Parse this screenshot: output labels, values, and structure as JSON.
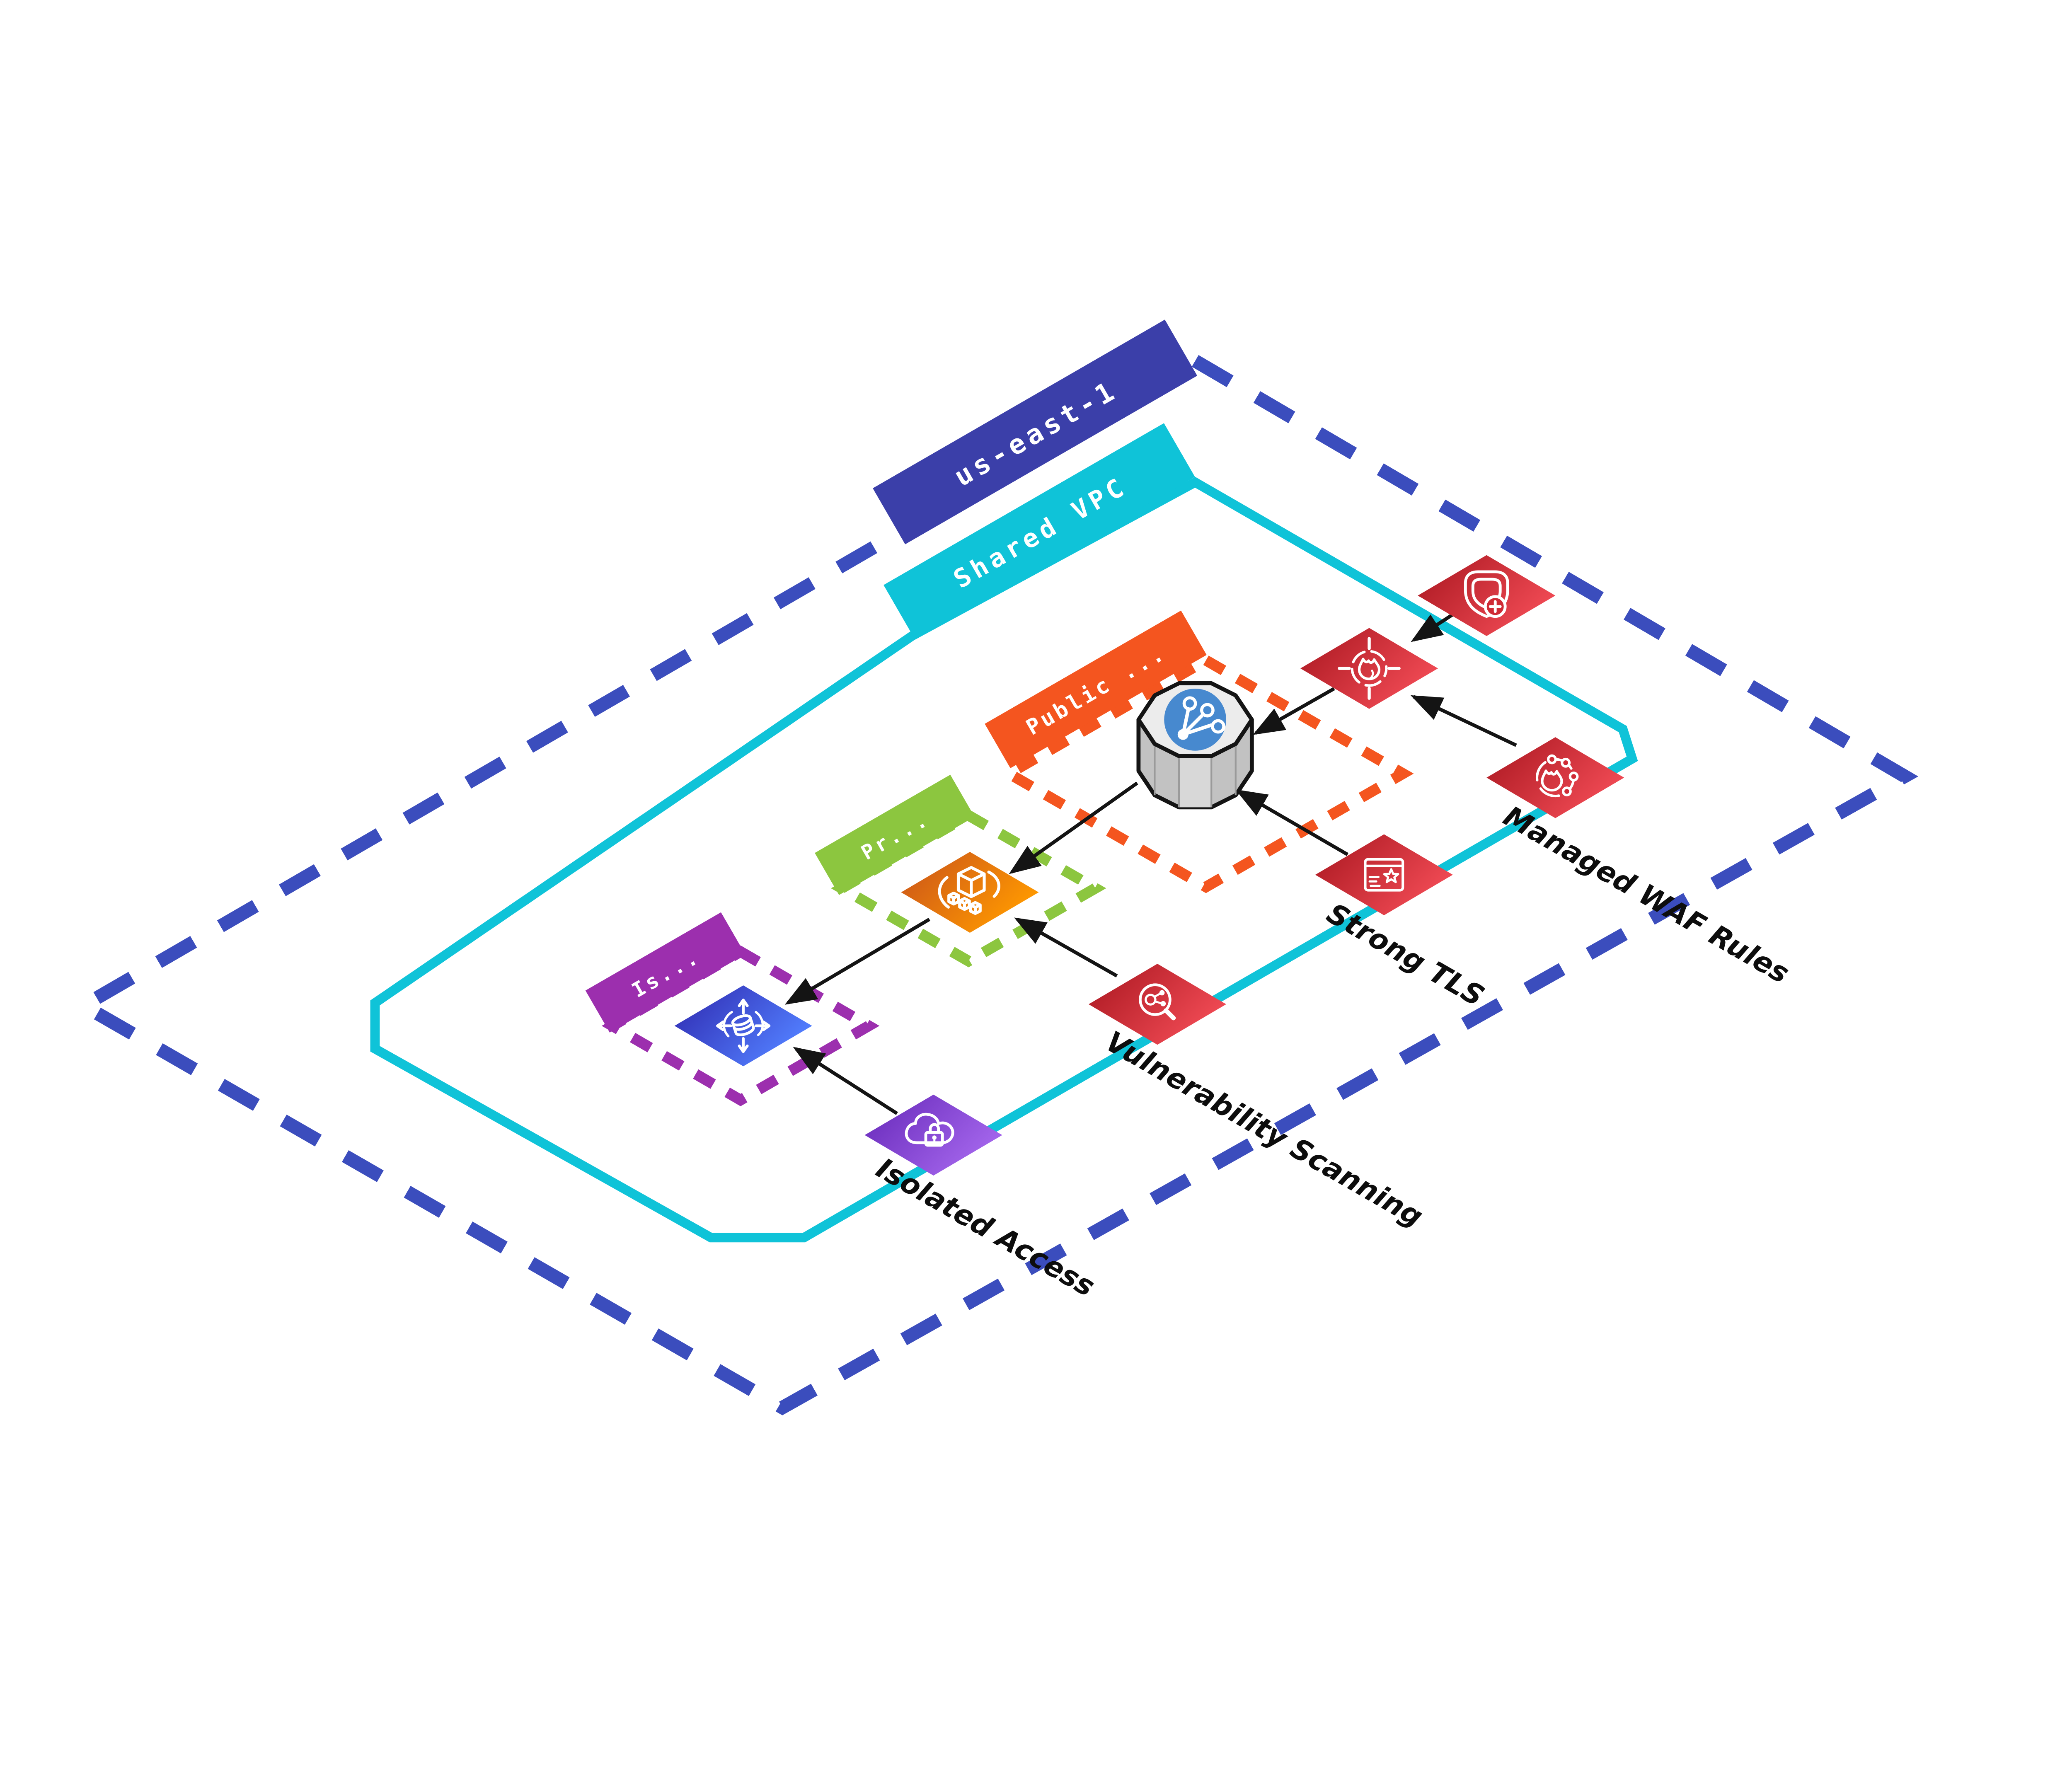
{
  "region": {
    "label": "us-east-1"
  },
  "vpc": {
    "label": "Shared VPC"
  },
  "subnets": {
    "public": {
      "label": "Public ..."
    },
    "private": {
      "label": "Pr..."
    },
    "isolated": {
      "label": "Is..."
    }
  },
  "callouts": {
    "managed_waf": "Managed WAF Rules",
    "strong_tls": "Strong TLS",
    "vulnerability_scanning": "Vulnerability Scanning",
    "isolated_access": "Isolated Access"
  },
  "nodes": [
    {
      "id": "firewall-manager",
      "icon": "shield-plus-icon"
    },
    {
      "id": "network-firewall",
      "icon": "flame-target-icon"
    },
    {
      "id": "waf-managed-rules",
      "icon": "flame-orbit-icon",
      "callout": "Managed WAF Rules"
    },
    {
      "id": "certificate-manager",
      "icon": "certificate-star-icon",
      "callout": "Strong TLS"
    },
    {
      "id": "load-balancer",
      "icon": "load-balancer-icon"
    },
    {
      "id": "vulnerability-scanner",
      "icon": "magnifier-molecule-icon",
      "callout": "Vulnerability Scanning"
    },
    {
      "id": "container-service",
      "icon": "cube-orbit-icon"
    },
    {
      "id": "database",
      "icon": "database-arrows-icon"
    },
    {
      "id": "private-endpoint",
      "icon": "cloud-lock-icon",
      "callout": "Isolated Access"
    }
  ],
  "edges": [
    {
      "from": "firewall-manager",
      "to": "network-firewall"
    },
    {
      "from": "waf-managed-rules",
      "to": "network-firewall"
    },
    {
      "from": "network-firewall",
      "to": "load-balancer"
    },
    {
      "from": "certificate-manager",
      "to": "load-balancer"
    },
    {
      "from": "load-balancer",
      "to": "container-service"
    },
    {
      "from": "vulnerability-scanner",
      "to": "container-service"
    },
    {
      "from": "container-service",
      "to": "database"
    },
    {
      "from": "private-endpoint",
      "to": "database"
    }
  ],
  "colors": {
    "region_border": "#3b4dbd",
    "region_banner": "#3b3fa9",
    "vpc": "#0fc3d8",
    "public_subnet": "#f4551f",
    "private_subnet": "#8cc63f",
    "isolated_subnet": "#9c2fae",
    "security_red_dark": "#a8161f",
    "security_red_light": "#f04a54",
    "compute_orange_dark": "#c8511b",
    "compute_orange_light": "#ff9900",
    "database_blue_dark": "#2e27ad",
    "database_blue_light": "#527fff",
    "network_purple_dark": "#6527b8",
    "network_purple_light": "#a466ec",
    "arrow": "#141414",
    "lb_circle": "#4789cf"
  }
}
